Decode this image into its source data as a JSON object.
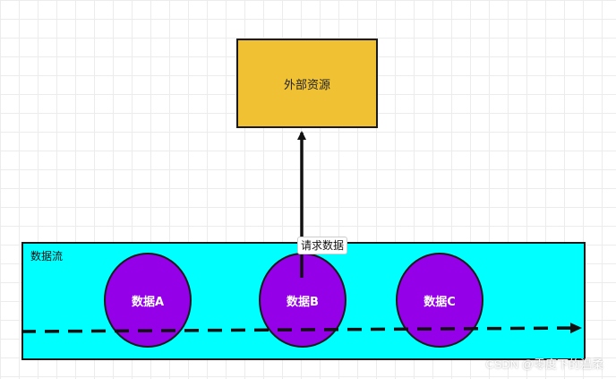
{
  "diagram": {
    "external_resource": {
      "label": "外部资源"
    },
    "data_stream": {
      "label": "数据流"
    },
    "nodes": [
      {
        "label": "数据A"
      },
      {
        "label": "数据B"
      },
      {
        "label": "数据C"
      }
    ],
    "request_edge": {
      "label": "请求数据"
    },
    "colors": {
      "external_resource_fill": "#f0c233",
      "data_stream_fill": "#00ffff",
      "node_fill": "#9400e8",
      "stroke": "#1a1a1a"
    }
  },
  "watermark": "CSDN @零度下的温柔"
}
